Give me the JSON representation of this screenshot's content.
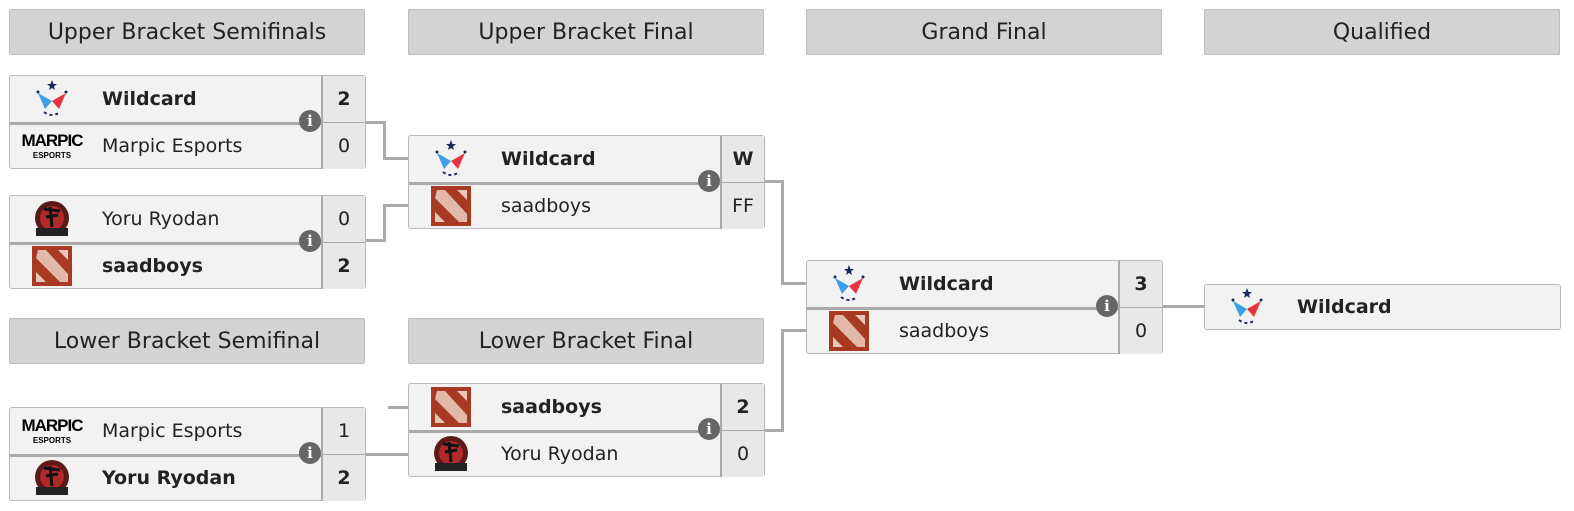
{
  "headers": {
    "ubs": "Upper Bracket Semifinals",
    "ubf": "Upper Bracket Final",
    "gf": "Grand Final",
    "q": "Qualified",
    "lbs": "Lower Bracket Semifinal",
    "lbf": "Lower Bracket Final"
  },
  "matches": [
    {
      "id": "ubs1",
      "teams": [
        {
          "name": "Wildcard",
          "logo": "wildcard",
          "score": "2",
          "winner": true
        },
        {
          "name": "Marpic Esports",
          "logo": "marpic",
          "score": "0",
          "winner": false
        }
      ]
    },
    {
      "id": "ubs2",
      "teams": [
        {
          "name": "Yoru Ryodan",
          "logo": "yoru",
          "score": "0",
          "winner": false
        },
        {
          "name": "saadboys",
          "logo": "dota",
          "score": "2",
          "winner": true
        }
      ]
    },
    {
      "id": "ubf",
      "teams": [
        {
          "name": "Wildcard",
          "logo": "wildcard",
          "score": "W",
          "winner": true
        },
        {
          "name": "saadboys",
          "logo": "dota",
          "score": "FF",
          "winner": false
        }
      ]
    },
    {
      "id": "gf",
      "teams": [
        {
          "name": "Wildcard",
          "logo": "wildcard",
          "score": "3",
          "winner": true
        },
        {
          "name": "saadboys",
          "logo": "dota",
          "score": "0",
          "winner": false
        }
      ]
    },
    {
      "id": "lbs",
      "teams": [
        {
          "name": "Marpic Esports",
          "logo": "marpic",
          "score": "1",
          "winner": false
        },
        {
          "name": "Yoru Ryodan",
          "logo": "yoru",
          "score": "2",
          "winner": true
        }
      ]
    },
    {
      "id": "lbf",
      "teams": [
        {
          "name": "saadboys",
          "logo": "dota",
          "score": "2",
          "winner": true
        },
        {
          "name": "Yoru Ryodan",
          "logo": "yoru",
          "score": "0",
          "winner": false
        }
      ]
    }
  ],
  "qualified": {
    "name": "Wildcard",
    "logo": "wildcard"
  },
  "info_icon": "i",
  "logo_text": {
    "marpic": "MARPIC",
    "marpic_sub": "ESPORTS"
  },
  "colors": {
    "header_bg": "#d3d3d3",
    "row_bg": "#f2f2f2",
    "line": "#aaaaaa",
    "info": "#666666"
  }
}
